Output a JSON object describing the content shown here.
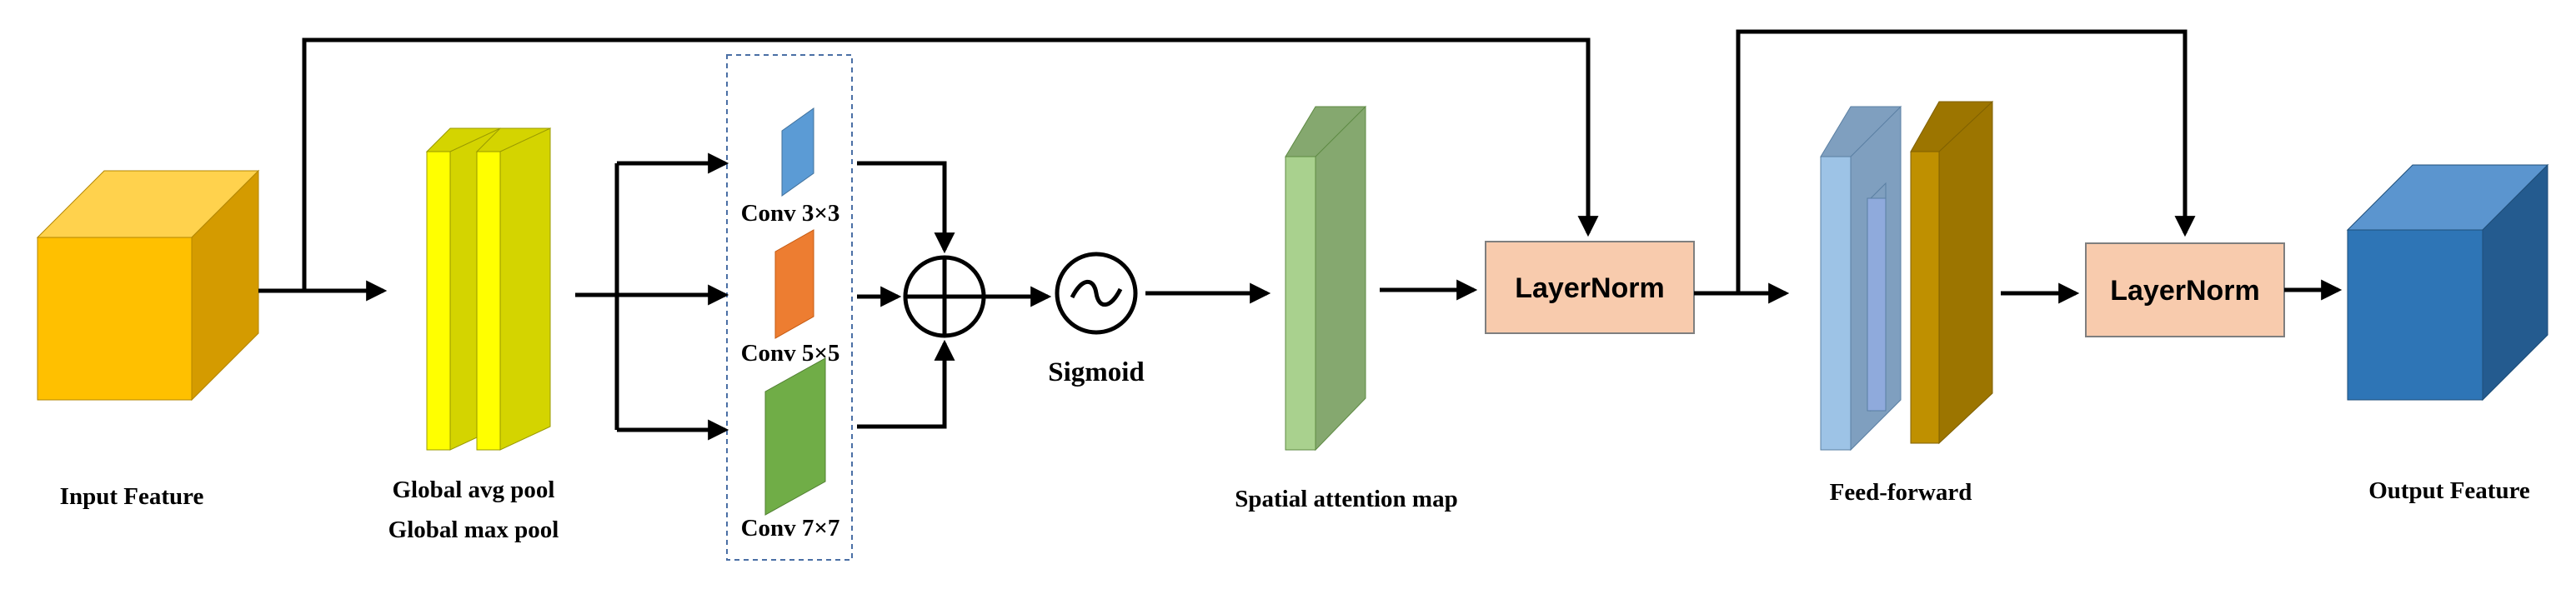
{
  "labels": {
    "input_feature": "Input Feature",
    "global_avg_pool": "Global avg pool",
    "global_max_pool": "Global max pool",
    "conv3": "Conv 3×3",
    "conv5": "Conv 5×5",
    "conv7": "Conv 7×7",
    "sigmoid": "Sigmoid",
    "spatial_attention_map": "Spatial attention map",
    "layernorm_1": "LayerNorm",
    "feed_forward": "Feed-forward",
    "layernorm_2": "LayerNorm",
    "output_feature": "Output Feature"
  },
  "colors": {
    "input_front": "#FFC000",
    "input_top": "#FFD24D",
    "input_side": "#D49B00",
    "pool_front": "#FFFF00",
    "pool_side": "#D4D400",
    "conv3": "#5B9BD5",
    "conv5": "#ED7D31",
    "conv7": "#70AD47",
    "attention_front": "#A9D18E",
    "attention_side": "#85A86F",
    "layernorm_fill": "#F8CBAD",
    "ff_blue_front": "#9DC3E6",
    "ff_blue_side": "#7F9FBF",
    "ff_small_front": "#8FAADC",
    "ff_gold_front": "#BF9000",
    "ff_gold_side": "#9C7500",
    "output_front": "#2E75B6",
    "output_top": "#5B95CF",
    "output_side": "#245B8F"
  },
  "icons": {
    "sum_node": "circled-plus-icon",
    "sigmoid_node": "tilde-circle-icon"
  }
}
